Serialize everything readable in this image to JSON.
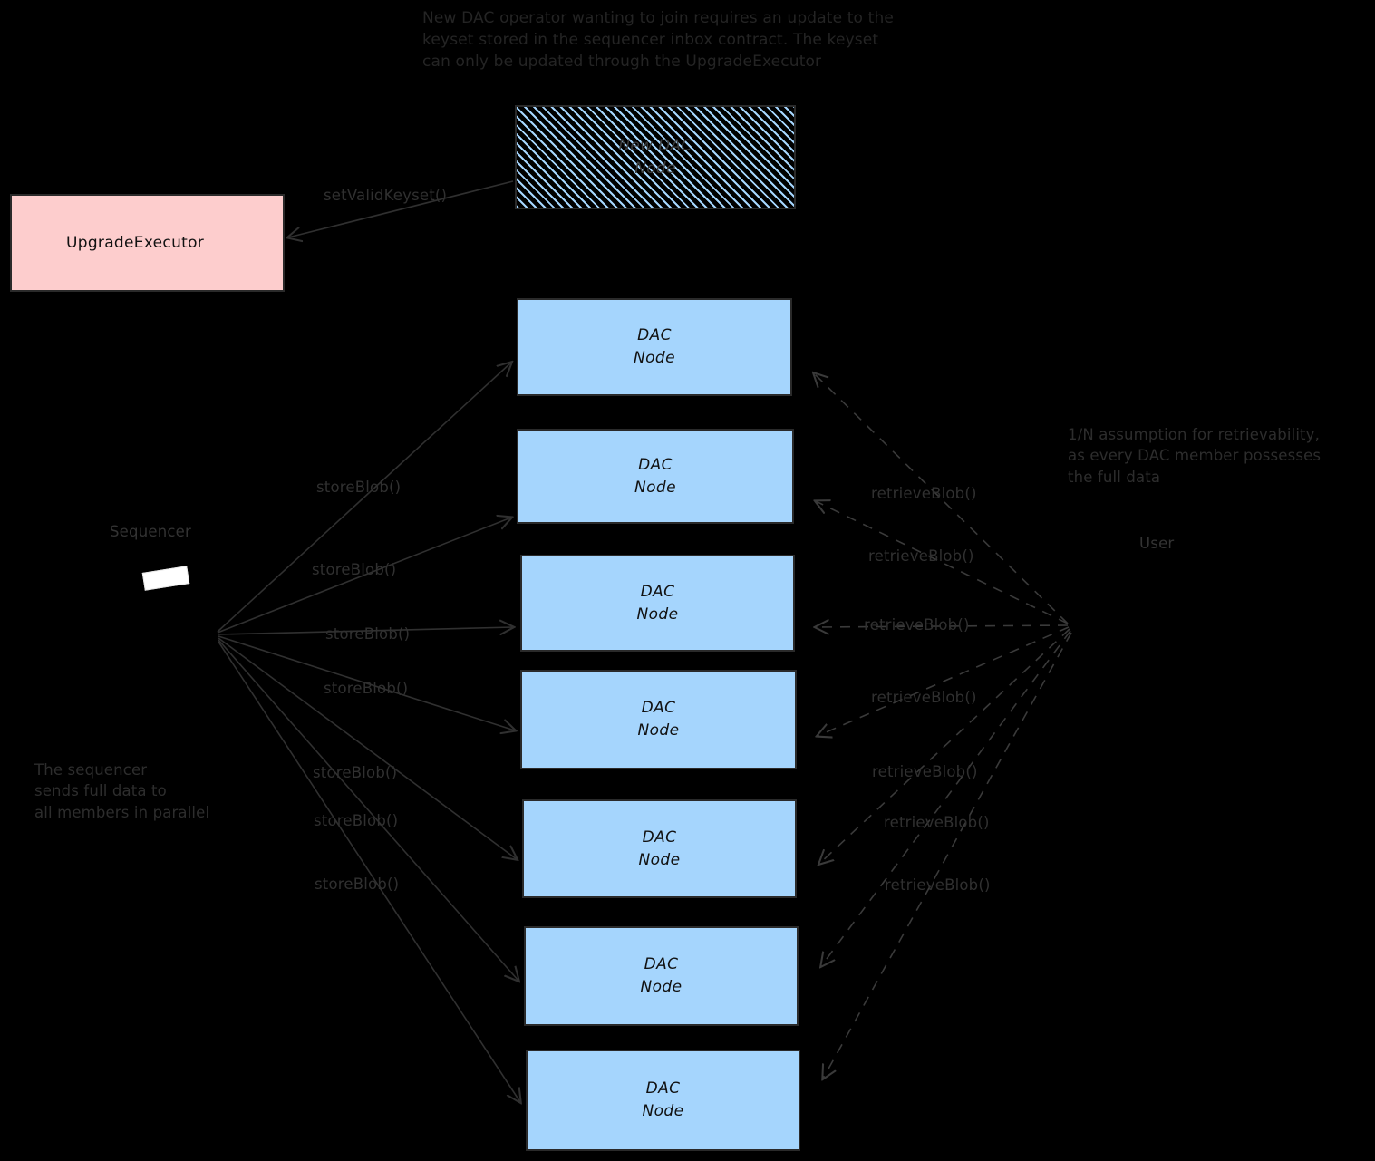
{
  "diagram": {
    "title_note": "New DAC operator wanting to join requires an update to the\nkeyset stored in the sequencer inbox contract. The keyset\ncan only be updated through the UpgradeExecutor",
    "background_color": "#000000",
    "node_fill": "#a5d5fd",
    "executor_fill": "#fdcdcd",
    "stroke_color": "#2a2a2a"
  },
  "boxes": {
    "new_dac_node": {
      "line1": "New DAC",
      "line2": "Node"
    },
    "upgrade_executor": {
      "label": "UpgradeExecutor"
    },
    "dac_nodes": [
      {
        "line1": "DAC",
        "line2": "Node"
      },
      {
        "line1": "DAC",
        "line2": "Node"
      },
      {
        "line1": "DAC",
        "line2": "Node"
      },
      {
        "line1": "DAC",
        "line2": "Node"
      },
      {
        "line1": "DAC",
        "line2": "Node"
      },
      {
        "line1": "DAC",
        "line2": "Node"
      },
      {
        "line1": "DAC",
        "line2": "Node"
      }
    ]
  },
  "actors": {
    "sequencer": {
      "label": "Sequencer"
    },
    "user": {
      "label": "User"
    }
  },
  "edge_labels": {
    "set_valid_keyset": "setValidKeyset()",
    "store_blob": [
      "storeBlob()",
      "storeBlob()",
      "storeBlob()",
      "storeBlob()",
      "storeBlob()",
      "storeBlob()",
      "storeBlob()"
    ],
    "retrieve_blob": [
      "retrieveBlob()",
      "retrieveBlob()",
      "retrieveBlob()",
      "retrieveBlob()",
      "retrieveBlob()",
      "retrieveBlob()",
      "retrieveBlob()"
    ]
  },
  "notes": {
    "sequencer_note": "The sequencer\nsends full data to\nall members in parallel",
    "retrievability_note": "1/N assumption for retrievability,\nas every DAC member possesses\nthe full data"
  }
}
